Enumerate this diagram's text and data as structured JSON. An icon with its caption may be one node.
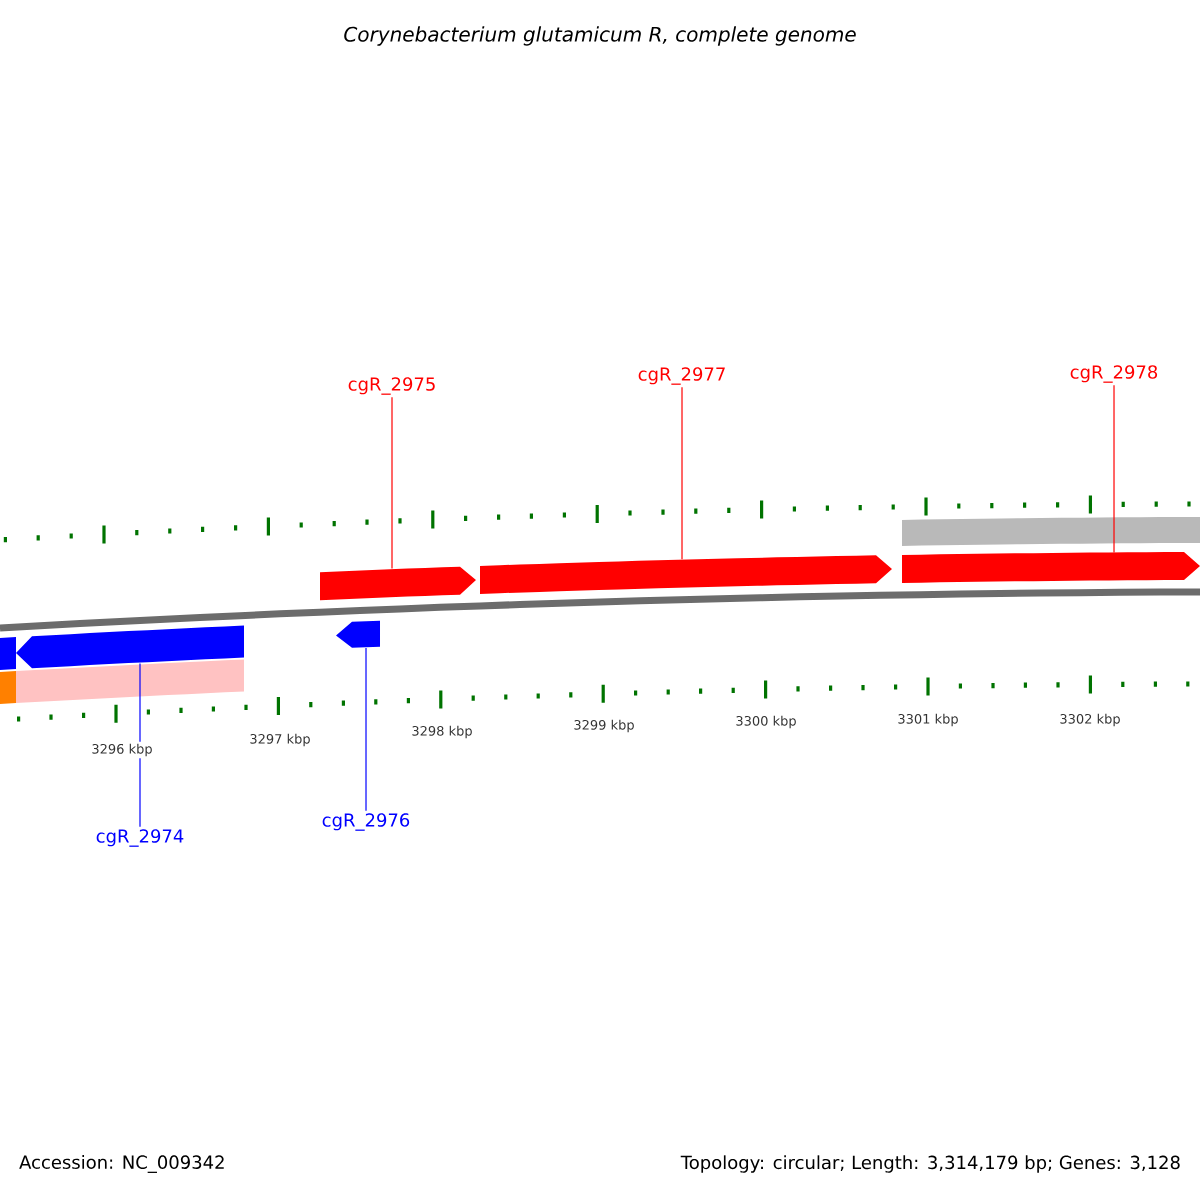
{
  "diagram": {
    "title": "Corynebacterium glutamicum R, complete genome",
    "nodes": [
      {
        "text": [
          "cgR_2975"
        ]
      },
      {
        "text": [
          "cgR_2977"
        ]
      },
      {
        "text": [
          "cgR_2978"
        ]
      },
      {
        "text": [
          "cgR_2974"
        ]
      },
      {
        "text": [
          "cgR_2976"
        ]
      },
      {
        "text": [],
        "shape": "arrow"
      },
      {
        "text": [],
        "shape": "arrow"
      },
      {
        "text": [],
        "shape": "arrow"
      },
      {
        "text": [],
        "shape": "arrow"
      },
      {
        "text": [],
        "shape": "arrow"
      },
      {
        "text": [],
        "shape": "bar"
      },
      {
        "text": [],
        "shape": "bar"
      },
      {
        "text": [],
        "shape": "bar"
      },
      {
        "text": [],
        "shape": "bar"
      }
    ],
    "edges": [
      {
        "from": 0,
        "to": 5,
        "arrow": "none"
      },
      {
        "from": 1,
        "to": 6,
        "arrow": "none"
      },
      {
        "from": 2,
        "to": 7,
        "arrow": "none"
      },
      {
        "from": 3,
        "to": 8,
        "arrow": "none",
        "color": "#0000ff"
      },
      {
        "from": 4,
        "to": 9,
        "arrow": "none",
        "color": "#0000ff"
      }
    ],
    "labels": [
      "3296 kbp",
      "3297 kbp",
      "3298 kbp",
      "3299 kbp",
      "3300 kbp",
      "3301 kbp",
      "3302 kbp",
      "Accession: NC_009342",
      "Topology: circular; Length: 3,314,179 bp; Genes: 3,128"
    ]
  }
}
